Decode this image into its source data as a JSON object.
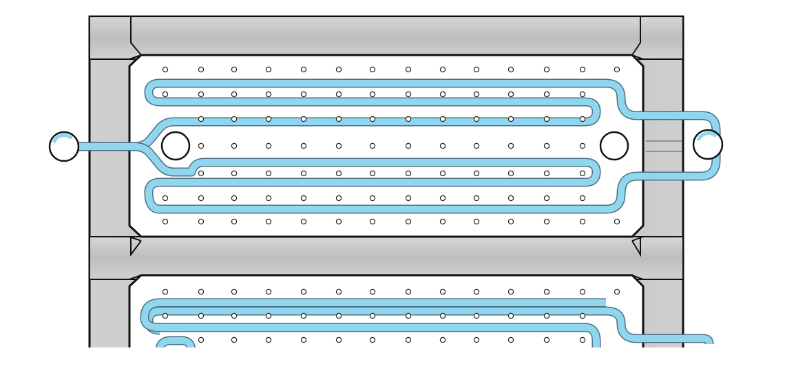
{
  "title": "",
  "colors": {
    "background": "#ffffff",
    "frame": "#c9c9c9",
    "frame_dark": "#a8a8a8",
    "outline": "#111111",
    "panel": "#ffffff",
    "channel": "#8fd6ee",
    "channel_edge": "#4b6f82",
    "hole": "#ffffff"
  },
  "diagram": {
    "components": [
      "frame",
      "upper-chamber",
      "lower-chamber",
      "serpentine-channel",
      "inlet-port",
      "outlet-port",
      "post-array"
    ]
  }
}
